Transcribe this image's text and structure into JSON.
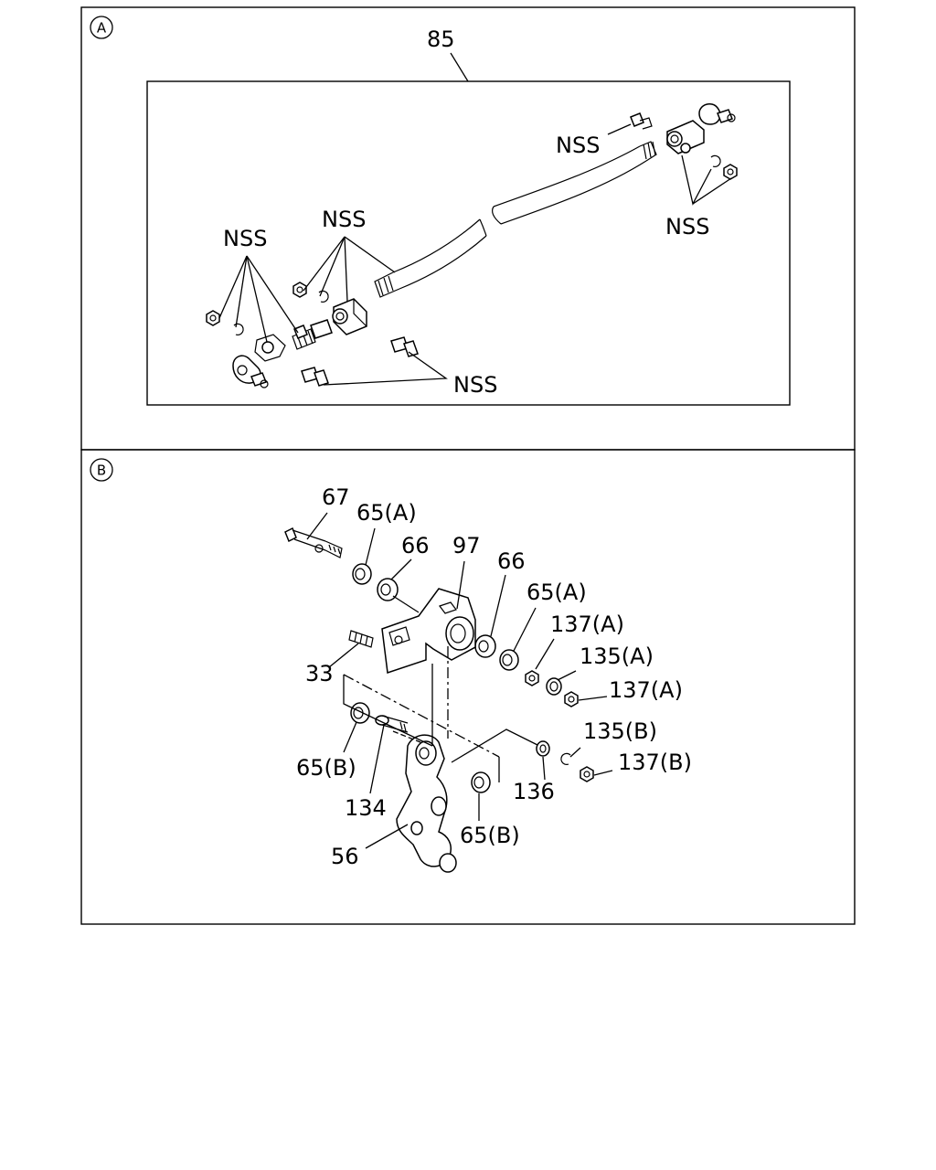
{
  "sections": {
    "a": {
      "marker": "A",
      "hose_label": "85"
    },
    "b": {
      "marker": "B"
    }
  },
  "labels_a": {
    "nss_top_right": "NSS",
    "nss_right": "NSS",
    "nss_center": "NSS",
    "nss_left": "NSS",
    "nss_bottom": "NSS"
  },
  "labels_b": {
    "p67": "67",
    "p65a_1": "65(A)",
    "p66_1": "66",
    "p97": "97",
    "p66_2": "66",
    "p65a_2": "65(A)",
    "p137a_1": "137(A)",
    "p135a": "135(A)",
    "p137a_2": "137(A)",
    "p33": "33",
    "p135b": "135(B)",
    "p137b": "137(B)",
    "p65b_1": "65(B)",
    "p136": "136",
    "p134": "134",
    "p65b_2": "65(B)",
    "p56": "56"
  }
}
